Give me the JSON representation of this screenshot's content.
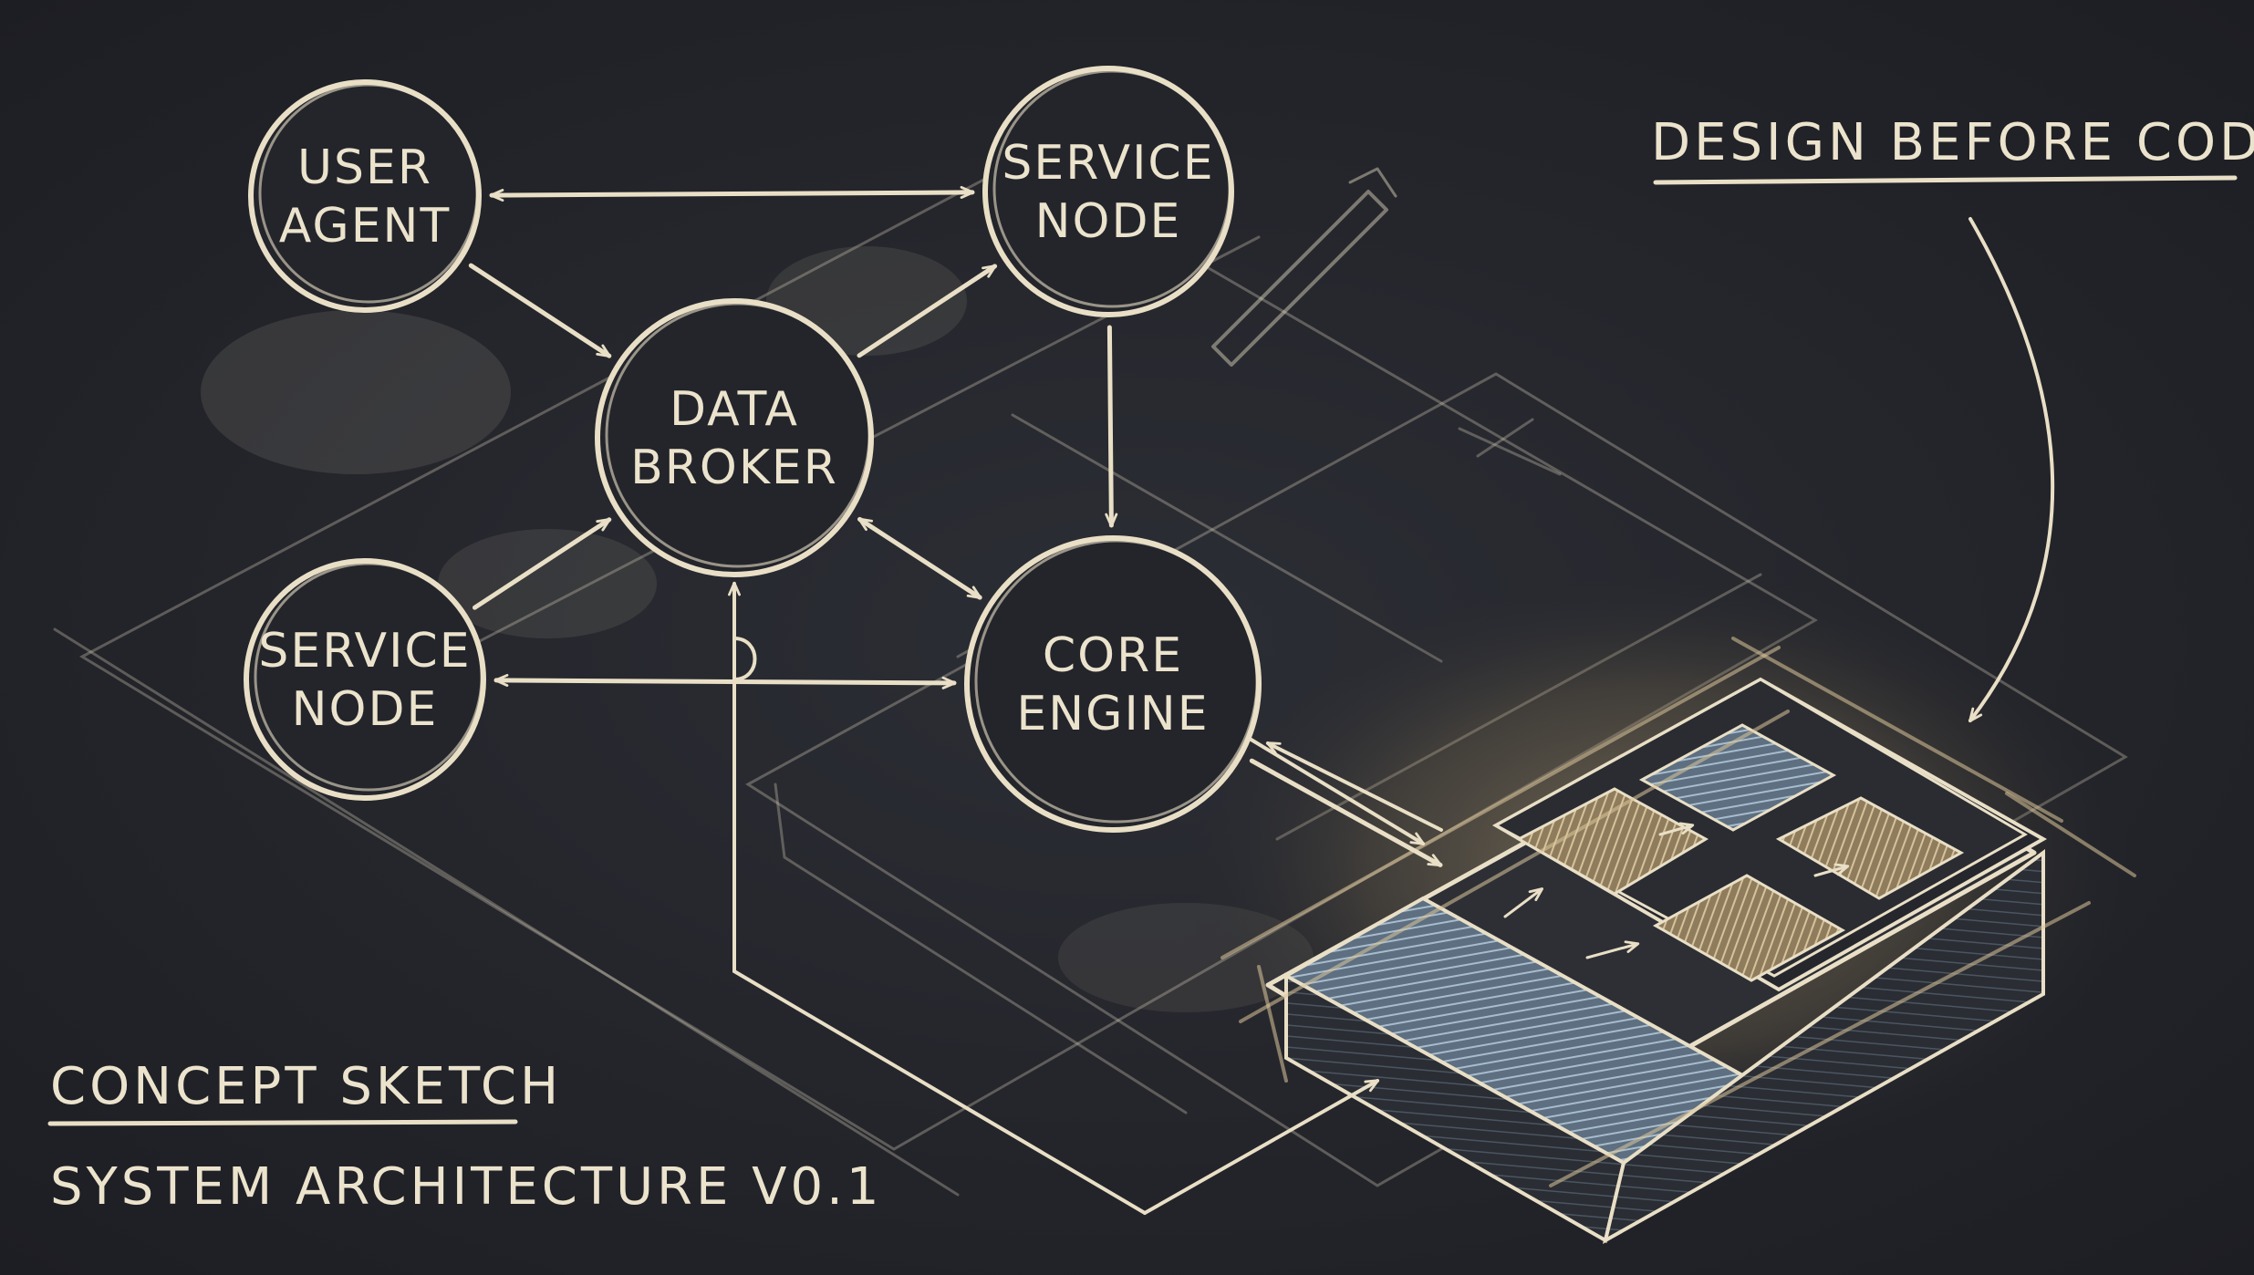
{
  "diagram": {
    "nodes": [
      {
        "id": "user-agent",
        "lines": [
          "USER",
          "AGENT"
        ]
      },
      {
        "id": "service-node-top",
        "lines": [
          "SERVICE",
          "NODE"
        ]
      },
      {
        "id": "data-broker",
        "lines": [
          "DATA",
          "BROKER"
        ]
      },
      {
        "id": "service-node-left",
        "lines": [
          "SERVICE",
          "NODE"
        ]
      },
      {
        "id": "core-engine",
        "lines": [
          "CORE",
          "ENGINE"
        ]
      }
    ],
    "edges": [
      {
        "from": "user-agent",
        "to": "service-node-top",
        "direction": "both"
      },
      {
        "from": "user-agent",
        "to": "data-broker",
        "direction": "forward"
      },
      {
        "from": "data-broker",
        "to": "service-node-top",
        "direction": "forward"
      },
      {
        "from": "service-node-top",
        "to": "core-engine",
        "direction": "forward"
      },
      {
        "from": "service-node-left",
        "to": "data-broker",
        "direction": "forward"
      },
      {
        "from": "data-broker",
        "to": "core-engine",
        "direction": "both"
      },
      {
        "from": "service-node-left",
        "to": "core-engine",
        "direction": "both"
      },
      {
        "from": "core-engine",
        "to": "hardware-module",
        "direction": "forward"
      }
    ]
  },
  "annotations": {
    "top_right": "DESIGN BEFORE CODE",
    "caption_title": "CONCEPT SKETCH",
    "caption_subtitle": "SYSTEM ARCHITECTURE V0.1"
  },
  "colors": {
    "background": "#22242a",
    "chalk": "#e9dfc6",
    "chip_blue": "#8fa7bd",
    "chip_tan": "#c9b48d",
    "glow": "#b9a47a"
  }
}
